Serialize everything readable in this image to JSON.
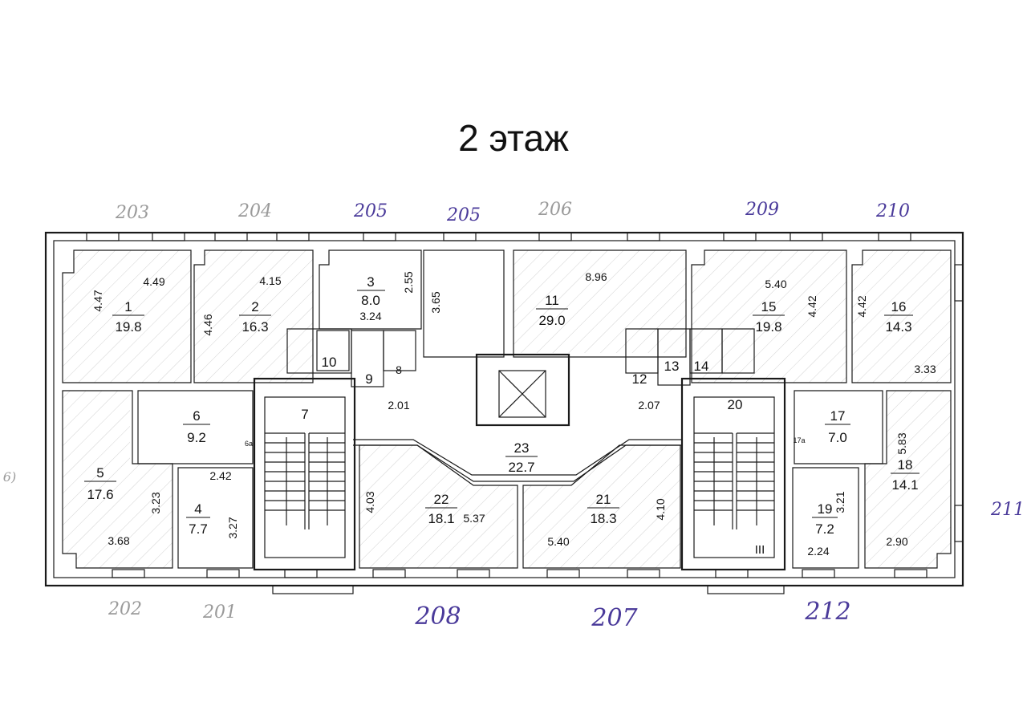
{
  "title": "2 этаж",
  "rooms": [
    {
      "num": "1",
      "area": "19.8"
    },
    {
      "num": "2",
      "area": "16.3"
    },
    {
      "num": "3",
      "area": "8.0"
    },
    {
      "num": "4",
      "area": "7.7"
    },
    {
      "num": "5",
      "area": "17.6"
    },
    {
      "num": "6",
      "area": "9.2"
    },
    {
      "num": "7",
      "area": ""
    },
    {
      "num": "9",
      "area": ""
    },
    {
      "num": "10",
      "area": ""
    },
    {
      "num": "11",
      "area": "29.0"
    },
    {
      "num": "12",
      "area": ""
    },
    {
      "num": "13",
      "area": ""
    },
    {
      "num": "14",
      "area": ""
    },
    {
      "num": "15",
      "area": "19.8"
    },
    {
      "num": "16",
      "area": "14.3"
    },
    {
      "num": "17",
      "area": "7.0"
    },
    {
      "num": "18",
      "area": "14.1"
    },
    {
      "num": "19",
      "area": "7.2"
    },
    {
      "num": "20",
      "area": ""
    },
    {
      "num": "21",
      "area": "18.3"
    },
    {
      "num": "22",
      "area": "18.1"
    },
    {
      "num": "23",
      "area": "22.7"
    }
  ],
  "small_labels": {
    "r8": "8",
    "r6a": "6а",
    "r17a": "17а",
    "stair_roman": "III"
  },
  "dimensions": [
    "4.47",
    "4.49",
    "4.15",
    "4.46",
    "2.55",
    "3.24",
    "3.65",
    "8.96",
    "5.40",
    "4.42",
    "4.42",
    "3.33",
    "2.01",
    "2.07",
    "5.83",
    "3.21",
    "2.90",
    "2.24",
    "4.10",
    "5.40",
    "5.37",
    "4.03",
    "2.42",
    "3.27",
    "3.23",
    "3.68"
  ],
  "handwritten_top": [
    "203",
    "204",
    "205",
    "205",
    "206",
    "209",
    "210"
  ],
  "handwritten_bottom": [
    "202",
    "201",
    "208",
    "207",
    "212"
  ],
  "handwritten_right": "211",
  "handwritten_left": "6)",
  "colors": {
    "wall": "#1a1a1a",
    "handwriting_gray": "#9a9a9a",
    "handwriting_blue": "#4a3a9a"
  }
}
